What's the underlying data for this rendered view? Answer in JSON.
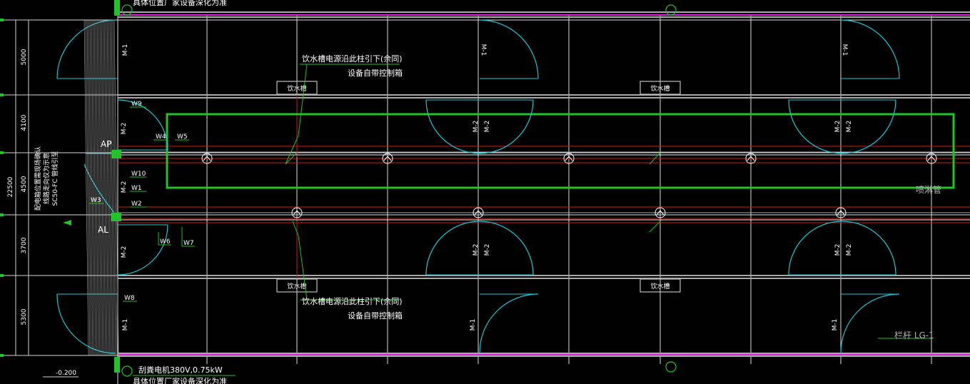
{
  "top_note": "具体位置厂家设备深化为准",
  "bottom_label_power": "刮粪电机380V,0.75kW",
  "bottom_note": "具体位置厂家设备深化为准",
  "elevation": "-0.200",
  "dimensions_left": [
    "5000",
    "4100",
    "4500",
    "3700",
    "5300"
  ],
  "dimension_total": "22500",
  "vertical_note_lines": [
    "配电箱位置需现场确认",
    "线路走向仅为示意",
    "SC50-FC 管线引至"
  ],
  "panel_ap": "AP",
  "panel_al": "AL",
  "sprinkler_label": "喷淋管",
  "railing_label": "栏杆 LG-1",
  "water_trough": "饮水槽",
  "callout_line1": "饮水槽电源沿此柱引下(余同)",
  "callout_line2": "设备自带控制箱",
  "circuits": [
    "W9",
    "W4",
    "W5",
    "W10",
    "W1",
    "W3",
    "W2",
    "W6",
    "W7",
    "W8"
  ],
  "door_m1": "M-1",
  "door_m2": "M-2",
  "colors": {
    "grid": "#e6e6e6",
    "wall": "#a8a8a8",
    "cyan": "#19c8d4",
    "green": "#22c22a",
    "red": "#e02020",
    "magenta": "#e020e0",
    "text": "#ffffff"
  }
}
